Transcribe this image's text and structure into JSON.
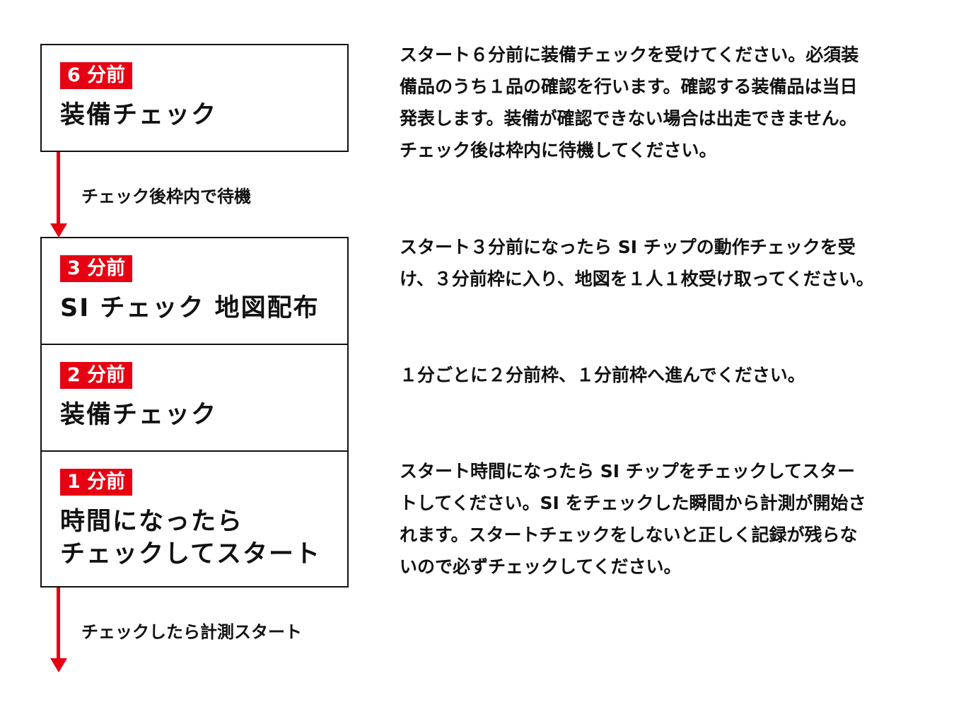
{
  "steps": [
    {
      "badge": "6 分前",
      "title": [
        "装備チェック"
      ],
      "desc": [
        "スタート６分前に装備チェックを受けてください。必須装",
        "備品のうち１品の確認を行います。確認する装備品は当日",
        "発表します。装備が確認できない場合は出走できません。",
        "チェック後は枠内に待機してください。"
      ]
    },
    {
      "badge": "3 分前",
      "title": [
        "SI チェック 地図配布"
      ],
      "desc": [
        "スタート３分前になったら SI チップの動作チェックを受",
        "け、３分前枠に入り、地図を１人１枚受け取ってください。"
      ]
    },
    {
      "badge": "2 分前",
      "title": [
        "装備チェック"
      ],
      "desc": [
        "１分ごとに２分前枠、１分前枠へ進んでください。"
      ]
    },
    {
      "badge": "1 分前",
      "title": [
        "時間になったら",
        "チェックしてスタート"
      ],
      "desc": [
        "スタート時間になったら SI チップをチェックしてスター",
        "トしてください。SI をチェックした瞬間から計測が開始さ",
        "れます。スタートチェックをしないと正しく記録が残らな",
        "いので必ずチェックしてください。"
      ]
    }
  ],
  "arrows": [
    "チェック後枠内で待機",
    "チェックしたら計測スタート"
  ],
  "colors": {
    "accent": "#e60012"
  }
}
